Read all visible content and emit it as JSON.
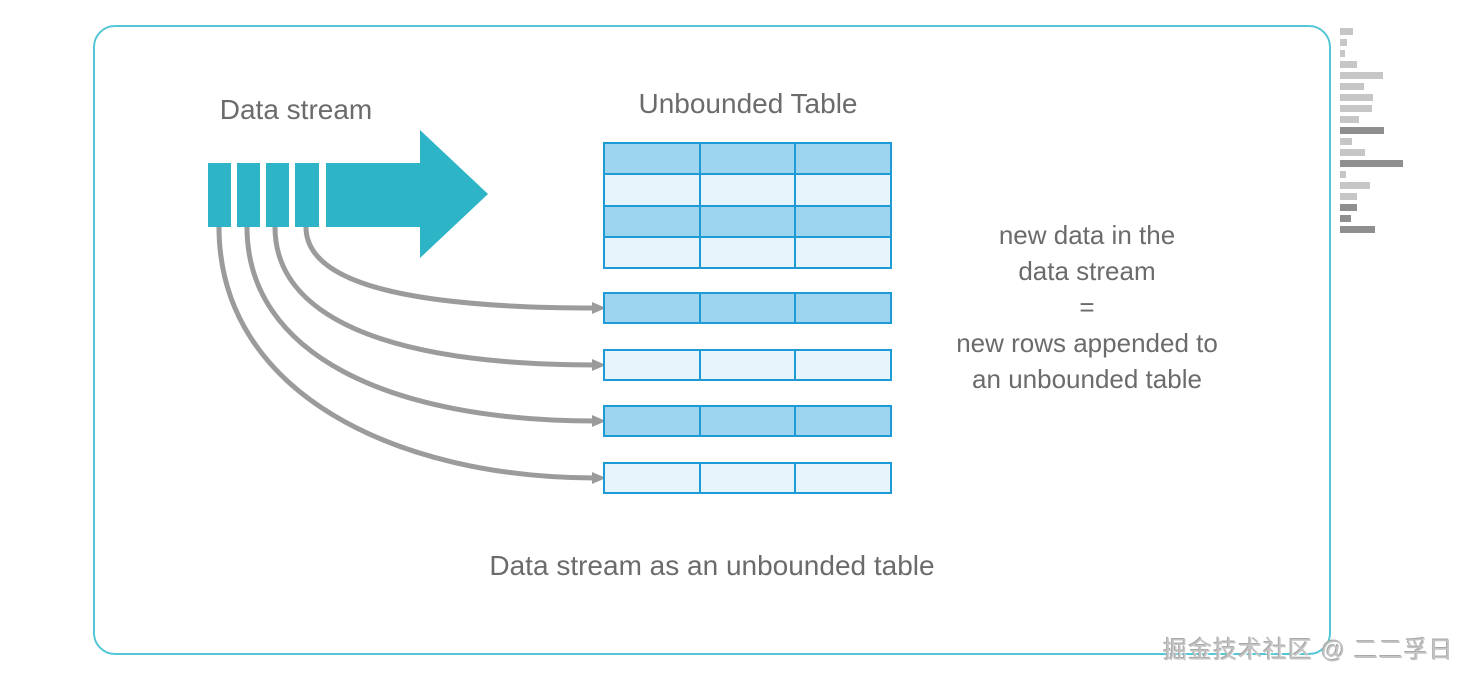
{
  "colors": {
    "page_bg": "#ffffff",
    "frame": "#55c6d5",
    "teal": "#2db4c6",
    "table_border": "#1e9ad6",
    "cell_dark": "#9dd5ef",
    "cell_light": "#e6f5fc",
    "gray_text": "#6b6b6b",
    "arrow_gray": "#9b9b9b",
    "minimap_light": "#c6c6c6",
    "minimap_dark": "#8f8f8f",
    "watermark": "#c4c4c4"
  },
  "diagram": {
    "stream": {
      "label": "Data stream",
      "segment_count": 4
    },
    "table": {
      "title": "Unbounded Table",
      "columns": 3,
      "row_shades": [
        "dark",
        "light",
        "dark",
        "light"
      ]
    },
    "appended_rows": {
      "columns": 3,
      "row_shades": [
        "dark",
        "light",
        "dark",
        "light"
      ]
    },
    "annotation": {
      "lines": [
        "new data in the",
        "data stream",
        "=",
        "new rows appended to",
        "an unbounded table"
      ]
    },
    "caption": "Data stream as an unbounded table"
  },
  "minimap": {
    "bars": [
      {
        "w": 13,
        "shade": "l"
      },
      {
        "w": 7,
        "shade": "l"
      },
      {
        "w": 5,
        "shade": "l"
      },
      {
        "w": 17,
        "shade": "l"
      },
      {
        "w": 43,
        "shade": "l"
      },
      {
        "w": 24,
        "shade": "l"
      },
      {
        "w": 33,
        "shade": "l"
      },
      {
        "w": 32,
        "shade": "l"
      },
      {
        "w": 19,
        "shade": "l"
      },
      {
        "w": 44,
        "shade": "d"
      },
      {
        "w": 12,
        "shade": "l"
      },
      {
        "w": 25,
        "shade": "l"
      },
      {
        "w": 63,
        "shade": "d"
      },
      {
        "w": 6,
        "shade": "l"
      },
      {
        "w": 30,
        "shade": "l"
      },
      {
        "w": 17,
        "shade": "l"
      },
      {
        "w": 17,
        "shade": "d"
      },
      {
        "w": 11,
        "shade": "d"
      },
      {
        "w": 35,
        "shade": "d"
      }
    ]
  },
  "watermark": {
    "text": "掘金技术社区 @ 二二孚日"
  }
}
